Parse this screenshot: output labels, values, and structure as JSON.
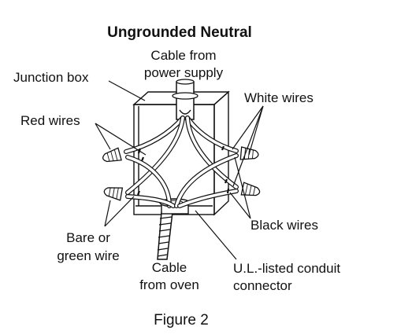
{
  "title": "Ungrounded Neutral",
  "labels": {
    "cable_power_1": "Cable from",
    "cable_power_2": "power supply",
    "junction_box": "Junction box",
    "red_wires": "Red wires",
    "white_wires": "White wires",
    "black_wires": "Black wires",
    "bare_1": "Bare or",
    "bare_2": "green wire",
    "cable_oven_1": "Cable",
    "cable_oven_2": "from oven",
    "conduit_1": "U.L.-listed conduit",
    "conduit_2": "connector"
  },
  "caption": "Figure 2",
  "colors": {
    "ink": "#111111",
    "background": "#ffffff"
  }
}
